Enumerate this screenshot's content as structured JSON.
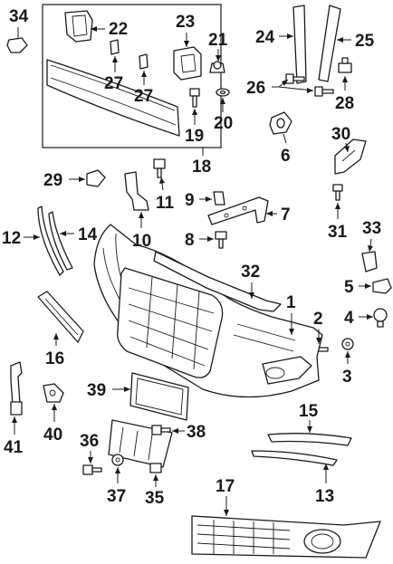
{
  "callouts": {
    "c1": "1",
    "c2": "2",
    "c3": "3",
    "c4": "4",
    "c5": "5",
    "c6": "6",
    "c7": "7",
    "c8": "8",
    "c9": "9",
    "c10": "10",
    "c11": "11",
    "c12": "12",
    "c13": "13",
    "c14": "14",
    "c15": "15",
    "c16": "16",
    "c17": "17",
    "c18": "18",
    "c19": "19",
    "c20": "20",
    "c21": "21",
    "c22": "22",
    "c23": "23",
    "c24": "24",
    "c25": "25",
    "c26": "26",
    "c27a": "27",
    "c27b": "27",
    "c28": "28",
    "c29": "29",
    "c30": "30",
    "c31": "31",
    "c32": "32",
    "c33": "33",
    "c34": "34",
    "c35": "35",
    "c36": "36",
    "c37": "37",
    "c38": "38",
    "c39": "39",
    "c40": "40",
    "c41": "41"
  }
}
